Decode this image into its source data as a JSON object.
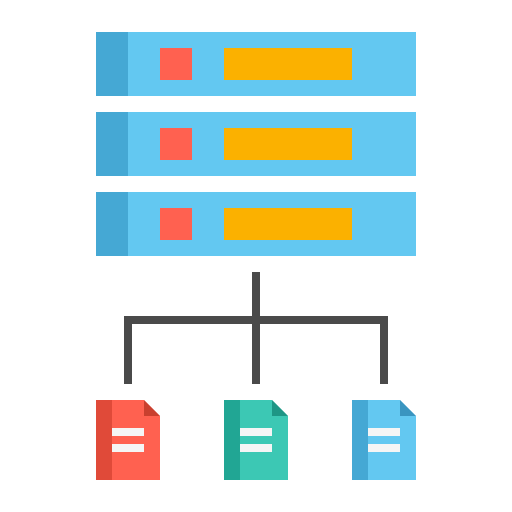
{
  "illustration": {
    "icon_name": "server-network-files-icon",
    "servers": [
      {
        "name": "server-unit-1",
        "edge_color": "#45A8D4",
        "body_color": "#63C8F1",
        "light_color": "#FF6150",
        "bar_color": "#FBB100"
      },
      {
        "name": "server-unit-2",
        "edge_color": "#45A8D4",
        "body_color": "#63C8F1",
        "light_color": "#FF6150",
        "bar_color": "#FBB100"
      },
      {
        "name": "server-unit-3",
        "edge_color": "#45A8D4",
        "body_color": "#63C8F1",
        "light_color": "#FF6150",
        "bar_color": "#FBB100"
      }
    ],
    "connector_color": "#4A4A4A",
    "documents": [
      {
        "name": "document-red",
        "edge_color": "#E04A39",
        "body_color": "#FF6150",
        "fold_color": "#C9402F",
        "line_color": "#F5F5F5"
      },
      {
        "name": "document-teal",
        "edge_color": "#21A694",
        "body_color": "#3CC8B4",
        "fold_color": "#1E9685",
        "line_color": "#F5F5F5"
      },
      {
        "name": "document-blue",
        "edge_color": "#45A8D4",
        "body_color": "#63C8F1",
        "fold_color": "#3A95C0",
        "line_color": "#F5F5F5"
      }
    ]
  }
}
